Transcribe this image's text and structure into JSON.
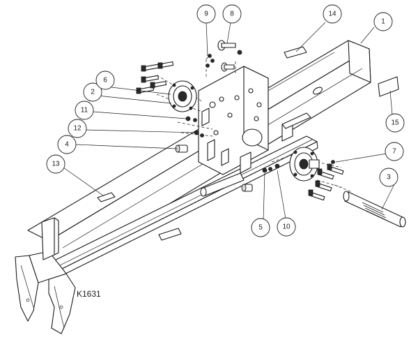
{
  "drawing_label": "K1631",
  "callouts": [
    {
      "id": "c1",
      "label": "1"
    },
    {
      "id": "c2",
      "label": "2"
    },
    {
      "id": "c3",
      "label": "3"
    },
    {
      "id": "c4",
      "label": "4"
    },
    {
      "id": "c5",
      "label": "5"
    },
    {
      "id": "c6",
      "label": "6"
    },
    {
      "id": "c7",
      "label": "7"
    },
    {
      "id": "c8",
      "label": "8"
    },
    {
      "id": "c9",
      "label": "9"
    },
    {
      "id": "c10",
      "label": "10"
    },
    {
      "id": "c11",
      "label": "11"
    },
    {
      "id": "c12",
      "label": "12"
    },
    {
      "id": "c13",
      "label": "13"
    },
    {
      "id": "c14",
      "label": "14"
    },
    {
      "id": "c15",
      "label": "15"
    }
  ]
}
